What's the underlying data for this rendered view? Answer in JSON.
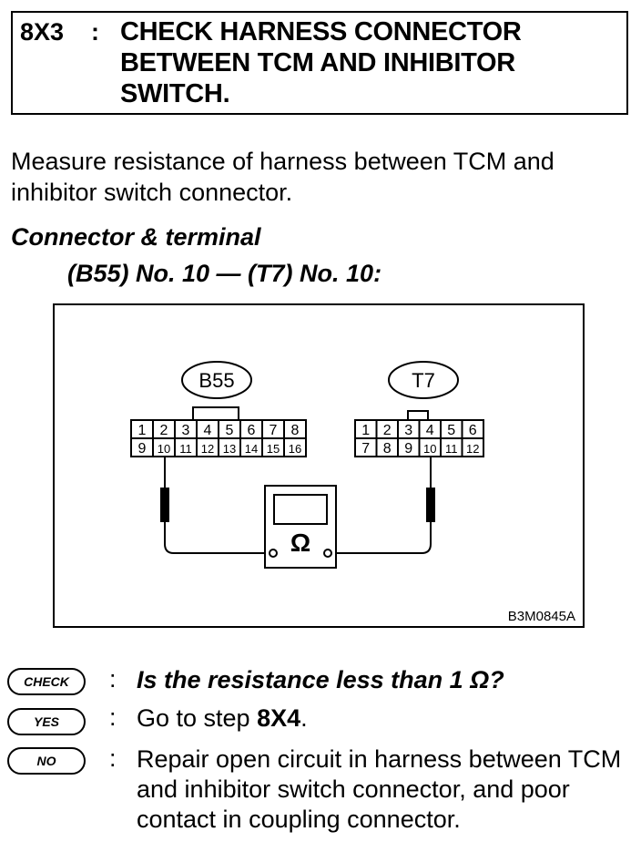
{
  "step": {
    "number": "8X3",
    "separator": ":",
    "title": "CHECK HARNESS CONNECTOR BETWEEN TCM AND INHIBITOR SWITCH."
  },
  "instruction": "Measure resistance of harness between TCM and inhibitor switch connector.",
  "connector_heading": "Connector & terminal",
  "connector_spec": "(B55) No. 10 — (T7) No. 10:",
  "figure": {
    "connector_left": {
      "label": "B55",
      "row1": [
        "1",
        "2",
        "3",
        "4",
        "5",
        "6",
        "7",
        "8"
      ],
      "row2": [
        "9",
        "10",
        "11",
        "12",
        "13",
        "14",
        "15",
        "16"
      ]
    },
    "connector_right": {
      "label": "T7",
      "row1": [
        "1",
        "2",
        "3",
        "4",
        "5",
        "6"
      ],
      "row2": [
        "7",
        "8",
        "9",
        "10",
        "11",
        "12"
      ]
    },
    "meter_symbol": "Ω",
    "code": "B3M0845A"
  },
  "checks": [
    {
      "badge": "CHECK",
      "colon": ":",
      "text": "Is the resistance less than 1 Ω?"
    },
    {
      "badge": "YES",
      "colon": ":",
      "text_prefix": "Go to step ",
      "text_bold": "8X4",
      "text_suffix": "."
    },
    {
      "badge": "NO",
      "colon": ":",
      "text": "Repair open circuit in harness between TCM and inhibitor switch connector, and poor contact in coupling connector."
    }
  ]
}
